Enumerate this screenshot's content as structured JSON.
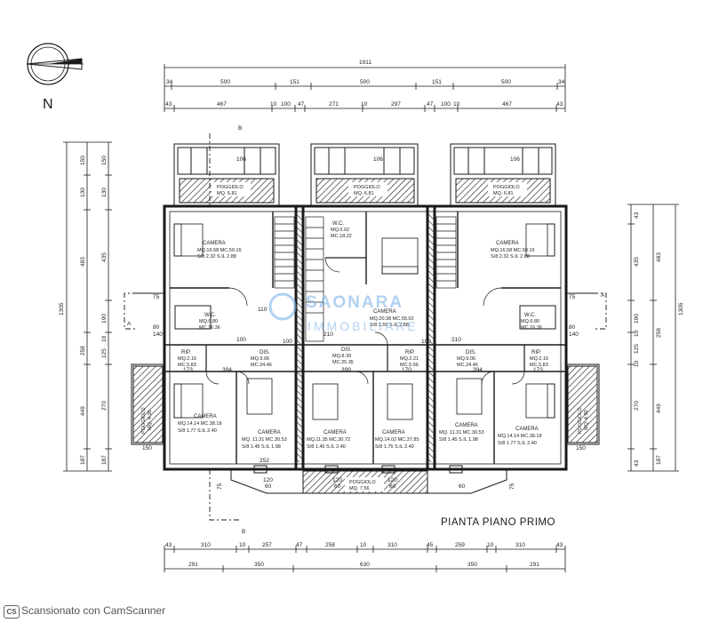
{
  "drawing": {
    "title": "PIANTA PIANO PRIMO",
    "north_label": "N",
    "watermark_top": "SAONARA",
    "watermark_bottom": "IMMOBILIARE"
  },
  "dimensions": {
    "top_total": "1911",
    "top_row2": [
      "34",
      "500",
      "151",
      "500",
      "151",
      "500",
      "34"
    ],
    "top_row3": [
      "43",
      "467",
      "10",
      "100",
      "47",
      "271",
      "10",
      "297",
      "47",
      "100",
      "10",
      "467",
      "43"
    ],
    "bottom_row1": [
      "43",
      "310",
      "10",
      "257",
      "47",
      "258",
      "10",
      "310",
      "45",
      "259",
      "10",
      "310",
      "43"
    ],
    "bottom_row2": [
      "291",
      "350",
      "630",
      "350",
      "291"
    ],
    "left_total": "1305",
    "left_outer": [
      "150",
      "130",
      "435",
      "190",
      "10",
      "125",
      "270",
      "187"
    ],
    "left_inner": [
      "150",
      "130",
      "483",
      "258",
      "449",
      "187"
    ],
    "right_total": "1305",
    "right_outer": [
      "43",
      "435",
      "190",
      "10",
      "125",
      "10",
      "270",
      "43"
    ],
    "right_inner": [
      "483",
      "258",
      "449",
      "187"
    ],
    "terrace_widths": [
      "106",
      "106",
      "106"
    ],
    "misc": [
      "110",
      "100",
      "100",
      "210",
      "210",
      "100",
      "75",
      "75",
      "80",
      "140",
      "80",
      "140",
      "173",
      "173",
      "394",
      "394",
      "399",
      "170",
      "252",
      "150",
      "150",
      "75",
      "75",
      "120",
      "120",
      "120",
      "60",
      "60",
      "60",
      "60"
    ]
  },
  "rooms": [
    {
      "name": "CAMERA",
      "l1": "MQ.16.58 MC.50.16",
      "l2": "S/8 2.32 S.IL 2.88"
    },
    {
      "name": "W.C.",
      "l1": "MQ.6.02",
      "l2": "MC.18.22"
    },
    {
      "name": "CAMERA",
      "l1": "MQ.16.58 MC.50.16",
      "l2": "S/8 2.32 S.IL 2.88"
    },
    {
      "name": "CAMERA",
      "l1": "MQ.20.38 MC.55.02",
      "l2": "S/8 2.55 S.IL 2.88"
    },
    {
      "name": "W.C.",
      "l1": "MQ.6.80",
      "l2": "MC.16.36"
    },
    {
      "name": "W.C.",
      "l1": "MQ.6.80",
      "l2": "MC.16.36"
    },
    {
      "name": "RIP.",
      "l1": "MQ.2.16",
      "l2": "MC.5.83"
    },
    {
      "name": "DIS.",
      "l1": "MQ.9.06",
      "l2": "MC.24.46"
    },
    {
      "name": "DIS.",
      "l1": "MQ.8.39",
      "l2": "MC.25.35"
    },
    {
      "name": "RIP.",
      "l1": "MQ.2.21",
      "l2": "MC.5.96"
    },
    {
      "name": "DIS.",
      "l1": "MQ.9.06",
      "l2": "MC.24.46"
    },
    {
      "name": "RIP.",
      "l1": "MQ.2.16",
      "l2": "MC.5.83"
    },
    {
      "name": "CAMERA",
      "l1": "MQ.14.14 MC.38.18",
      "l2": "S/8 1.77 S.IL 2.40"
    },
    {
      "name": "CAMERA",
      "l1": "MQ. 11.31 MC.30.53",
      "l2": "S/8 1.45 S.IL 1.98"
    },
    {
      "name": "CAMERA",
      "l1": "MQ.11.35 MC.30.72",
      "l2": "S/8 1.45 S.IL 2.40"
    },
    {
      "name": "CAMERA",
      "l1": "MQ.14.02 MC.37.85",
      "l2": "S/8 1.75 S.IL 2.40"
    },
    {
      "name": "CAMERA",
      "l1": "MQ. 11.31 MC.30.53",
      "l2": "S/8 1.45 S.IL 1.98"
    },
    {
      "name": "CAMERA",
      "l1": "MQ.14.14 MC.38.18",
      "l2": "S/8 1.77 S.IL 2.40"
    }
  ],
  "terraces": [
    {
      "name": "POGGIOLO",
      "area": "MQ. 6.81"
    },
    {
      "name": "POGGIOLO",
      "area": "MQ. 6.81"
    },
    {
      "name": "POGGIOLO",
      "area": "MQ. 6.81"
    },
    {
      "name": "POGGIOLO",
      "area": "MQ. 7.56"
    },
    {
      "name": "POGGIOLO",
      "area": "MQ. 4.30"
    },
    {
      "name": "POGGIOLO",
      "area": "MQ. 4.30"
    }
  ],
  "section_marks": [
    "B",
    "B",
    "A",
    "A"
  ],
  "footer": {
    "logo": "CS",
    "text": "Scansionato con CamScanner"
  },
  "colors": {
    "line": "#1a1a1a",
    "hatch": "#333333",
    "watermark": "#7fb3e8",
    "footer_text": "#555555"
  }
}
